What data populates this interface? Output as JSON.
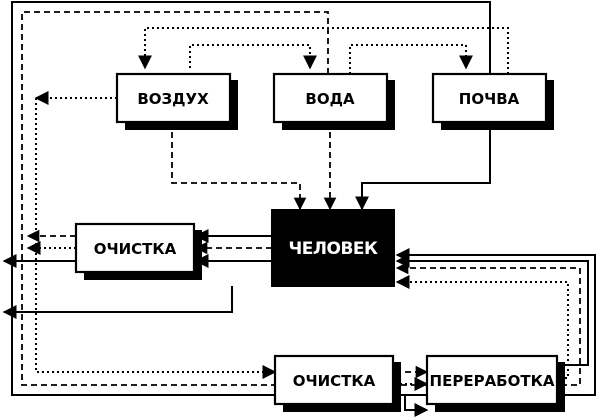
{
  "nodes": {
    "air": "ВОЗДУХ",
    "water": "ВОДА",
    "soil": "ПОЧВА",
    "human": "ЧЕЛОВЕК",
    "cleaning_left": "ОЧИСТКА",
    "cleaning_bottom": "ОЧИСТКА",
    "processing": "ПЕРЕРАБОТКА"
  },
  "colors": {
    "line": "#000000",
    "box_fill": "#ffffff",
    "human_fill": "#000000",
    "human_text": "#ffffff"
  },
  "edge_styles": [
    "solid",
    "dashed",
    "dotted"
  ]
}
